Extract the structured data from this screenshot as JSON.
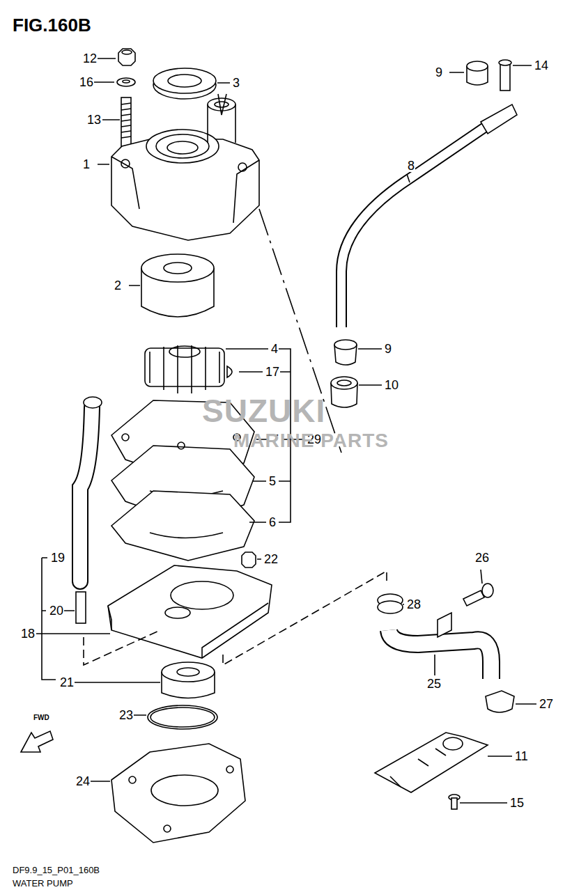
{
  "diagram": {
    "title": "FIG.160B",
    "caption": "WATER PUMP",
    "labels": [
      "12",
      "16",
      "13",
      "3",
      "1",
      "9",
      "14",
      "8",
      "2",
      "4",
      "17",
      "9",
      "10",
      "29",
      "7",
      "5",
      "6",
      "19",
      "22",
      "26",
      "20",
      "28",
      "18",
      "25",
      "21",
      "27",
      "23",
      "11",
      "24",
      "15",
      "FWD",
      "SUZUKI",
      "MARINE PARTS",
      "DF9.9_15_P01_160B"
    ]
  }
}
